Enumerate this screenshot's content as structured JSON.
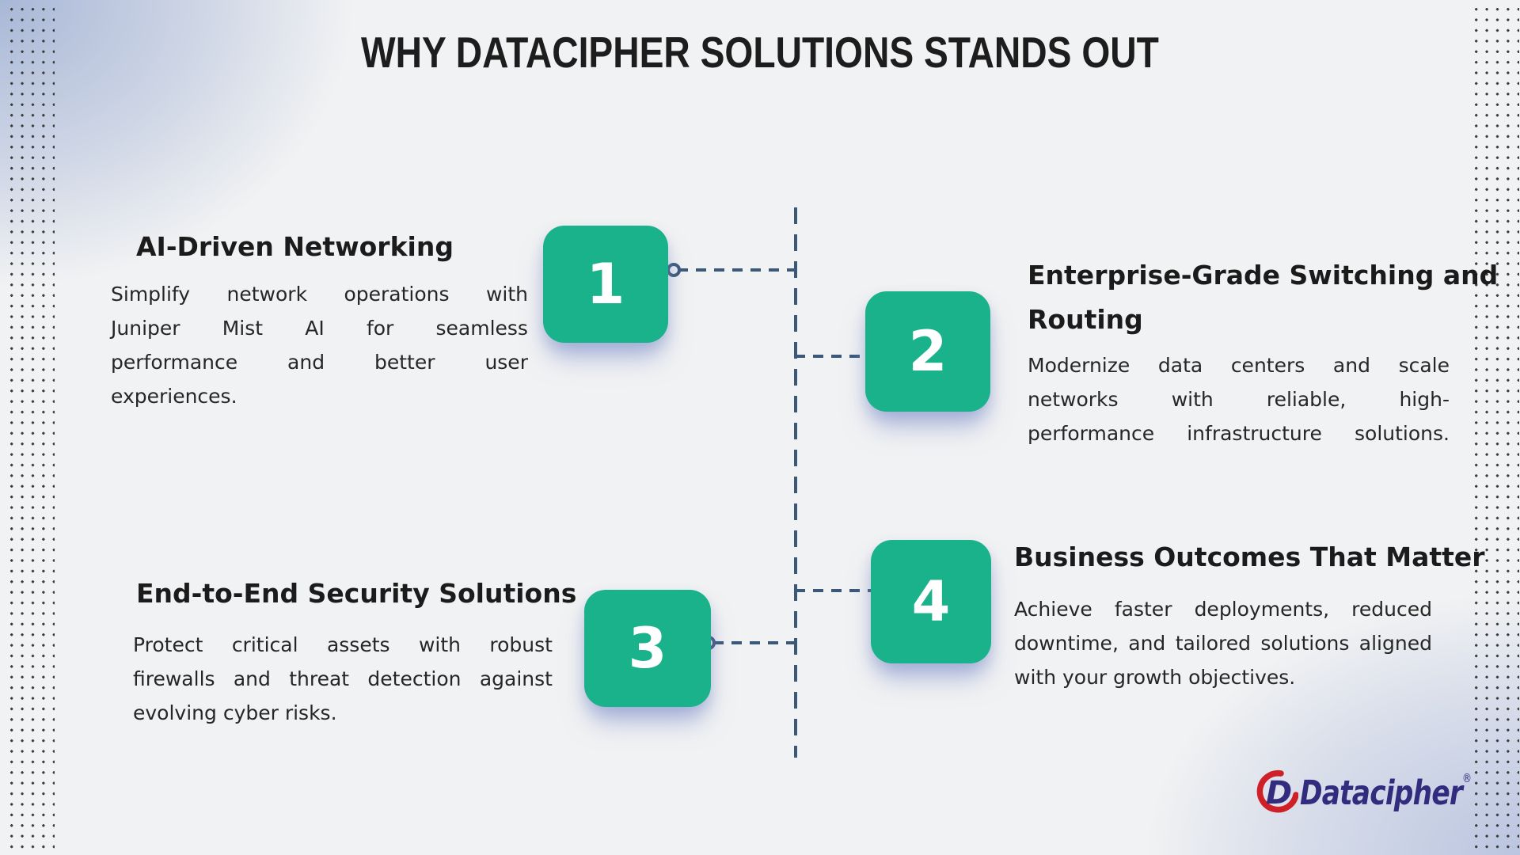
{
  "title": "WHY DATACIPHER SOLUTIONS STANDS OUT",
  "sections": [
    {
      "number": "1",
      "heading": [
        {
          "t": "AI-Driven Networking",
          "j": false
        }
      ],
      "body": [
        {
          "t": "Simplify network operations with",
          "j": true
        },
        {
          "t": "Juniper Mist AI for seamless",
          "j": true
        },
        {
          "t": "performance and better user",
          "j": true
        },
        {
          "t": "experiences.",
          "j": false
        }
      ]
    },
    {
      "number": "2",
      "heading": [
        {
          "t": "Enterprise-Grade Switching and",
          "j": false
        },
        {
          "t": "Routing",
          "j": false
        }
      ],
      "body": [
        {
          "t": "Modernize data centers and scale",
          "j": true
        },
        {
          "t": "networks with reliable, high-",
          "j": true
        },
        {
          "t": "performance infrastructure solutions.",
          "j": true
        }
      ]
    },
    {
      "number": "3",
      "heading": [
        {
          "t": "End-to-End Security Solutions",
          "j": false
        }
      ],
      "body": [
        {
          "t": "Protect critical assets with robust",
          "j": true
        },
        {
          "t": "firewalls and threat detection against",
          "j": true
        },
        {
          "t": "evolving cyber risks.",
          "j": false
        }
      ]
    },
    {
      "number": "4",
      "heading": [
        {
          "t": "Business Outcomes That Matter",
          "j": false
        }
      ],
      "body": [
        {
          "t": "Achieve faster deployments, reduced",
          "j": true
        },
        {
          "t": "downtime, and tailored solutions aligned",
          "j": true
        },
        {
          "t": "with your growth objectives.",
          "j": false
        }
      ]
    }
  ],
  "logo": {
    "brand": "Datacipher",
    "registered": "®",
    "letter": "D"
  },
  "colors": {
    "accent_green": "#1ab28a",
    "dash_blue": "#3b5878",
    "logo_navy": "#322c7e",
    "logo_red": "#cf2027",
    "background": "#f1f2f3"
  }
}
